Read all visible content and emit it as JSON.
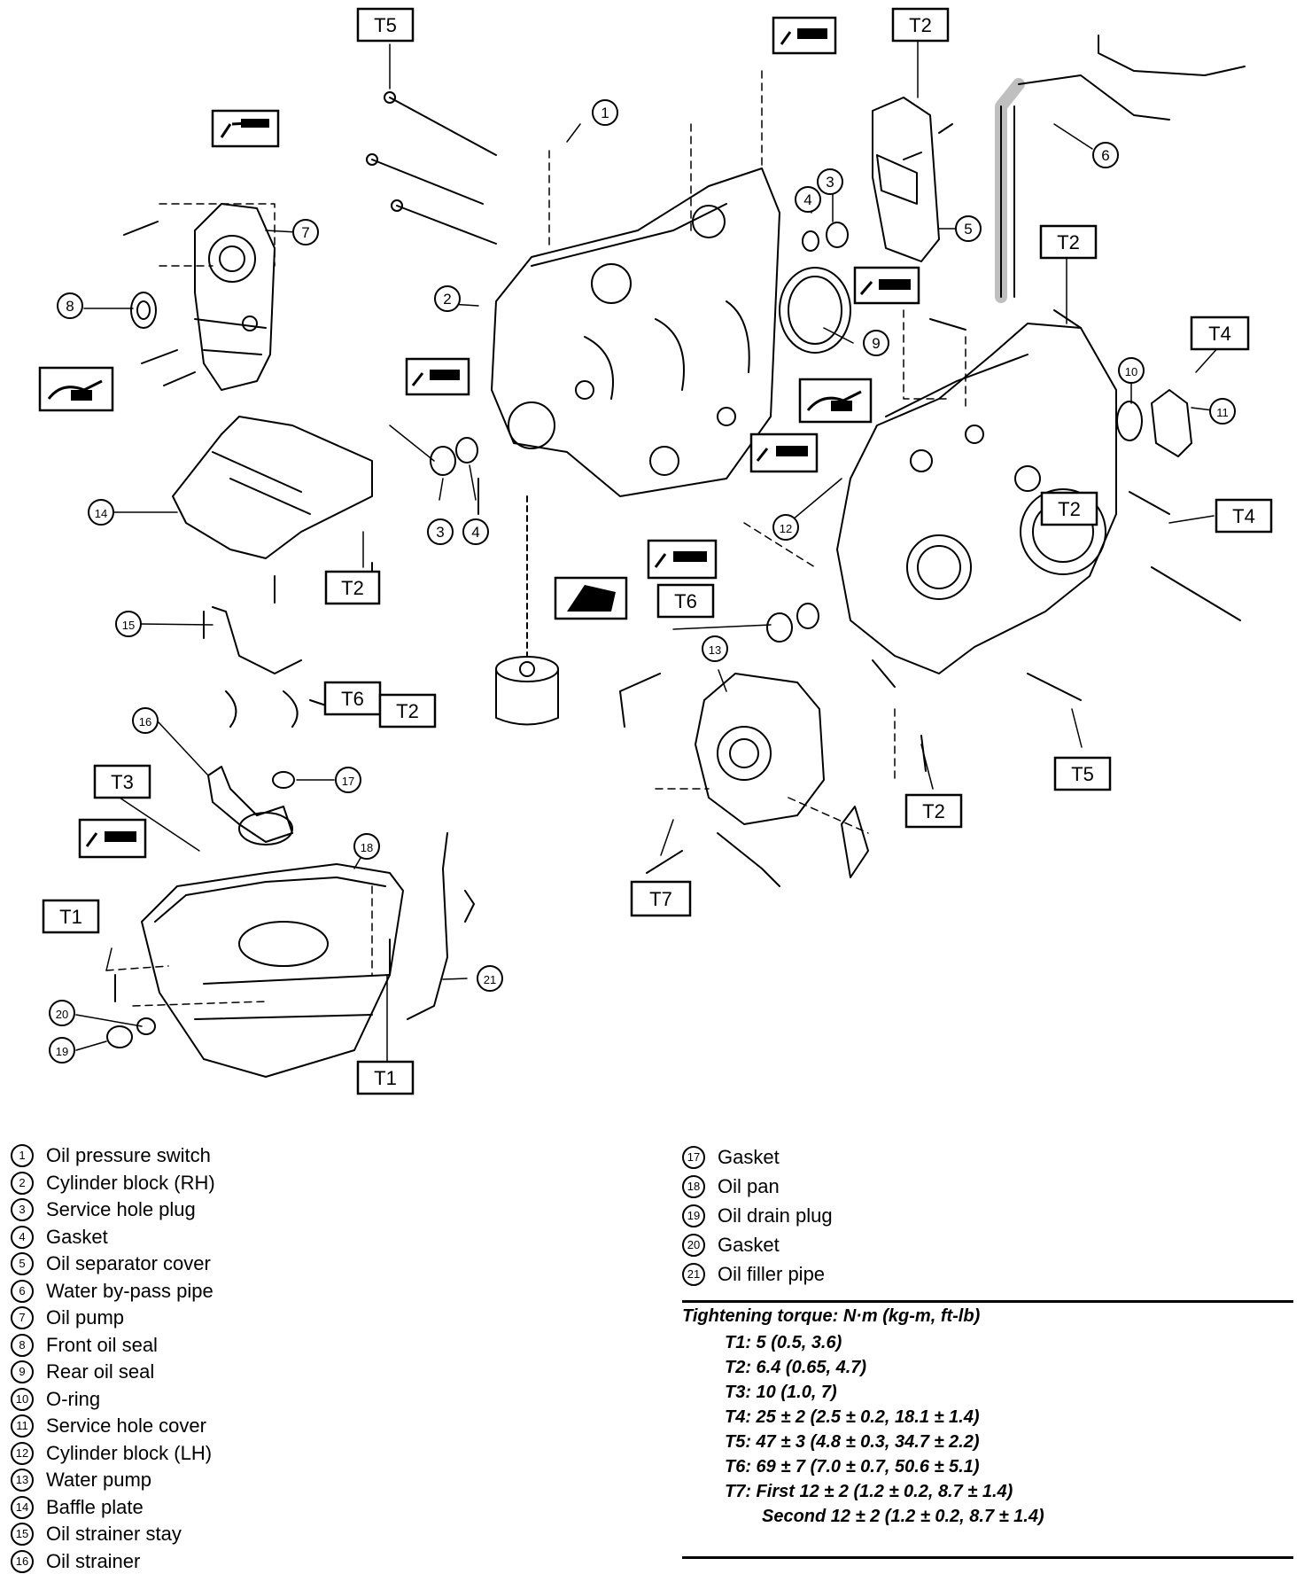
{
  "callouts": [
    {
      "label": "T5"
    },
    {
      "label": "T2"
    },
    {
      "label": "T2"
    },
    {
      "label": "T4"
    },
    {
      "label": "T2"
    },
    {
      "label": "T6"
    },
    {
      "label": "T2"
    },
    {
      "label": "T4"
    },
    {
      "label": "T6"
    },
    {
      "label": "T2"
    },
    {
      "label": "T3"
    },
    {
      "label": "T1"
    },
    {
      "label": "T1"
    },
    {
      "label": "T7"
    },
    {
      "label": "T2"
    },
    {
      "label": "T5"
    }
  ],
  "legend_left": [
    {
      "num": "1",
      "label": "Oil pressure switch"
    },
    {
      "num": "2",
      "label": "Cylinder block (RH)"
    },
    {
      "num": "3",
      "label": "Service hole plug"
    },
    {
      "num": "4",
      "label": "Gasket"
    },
    {
      "num": "5",
      "label": "Oil separator cover"
    },
    {
      "num": "6",
      "label": "Water by-pass pipe"
    },
    {
      "num": "7",
      "label": "Oil pump"
    },
    {
      "num": "8",
      "label": "Front oil seal"
    },
    {
      "num": "9",
      "label": "Rear oil seal"
    },
    {
      "num": "10",
      "label": "O-ring"
    },
    {
      "num": "11",
      "label": "Service hole cover"
    },
    {
      "num": "12",
      "label": "Cylinder block (LH)"
    },
    {
      "num": "13",
      "label": "Water pump"
    },
    {
      "num": "14",
      "label": "Baffle plate"
    },
    {
      "num": "15",
      "label": "Oil strainer stay"
    },
    {
      "num": "16",
      "label": "Oil strainer"
    }
  ],
  "legend_right": [
    {
      "num": "17",
      "label": "Gasket"
    },
    {
      "num": "18",
      "label": "Oil pan"
    },
    {
      "num": "19",
      "label": "Oil drain plug"
    },
    {
      "num": "20",
      "label": "Gasket"
    },
    {
      "num": "21",
      "label": "Oil filler pipe"
    }
  ],
  "torque": {
    "title": "Tightening torque: N·m (kg-m, ft-lb)",
    "rows": [
      "T1: 5 (0.5, 3.6)",
      "T2: 6.4 (0.65, 4.7)",
      "T3: 10 (1.0, 7)",
      "T4: 25 ± 2 (2.5 ± 0.2, 18.1 ± 1.4)",
      "T5: 47 ± 3 (4.8 ± 0.3, 34.7 ± 2.2)",
      "T6: 69 ± 7 (7.0 ± 0.7, 50.6 ± 5.1)",
      "T7: First      12 ± 2 (1.2 ± 0.2, 8.7 ± 1.4)",
      "Second  12 ± 2 (1.2 ± 0.2, 8.7 ± 1.4)"
    ]
  }
}
